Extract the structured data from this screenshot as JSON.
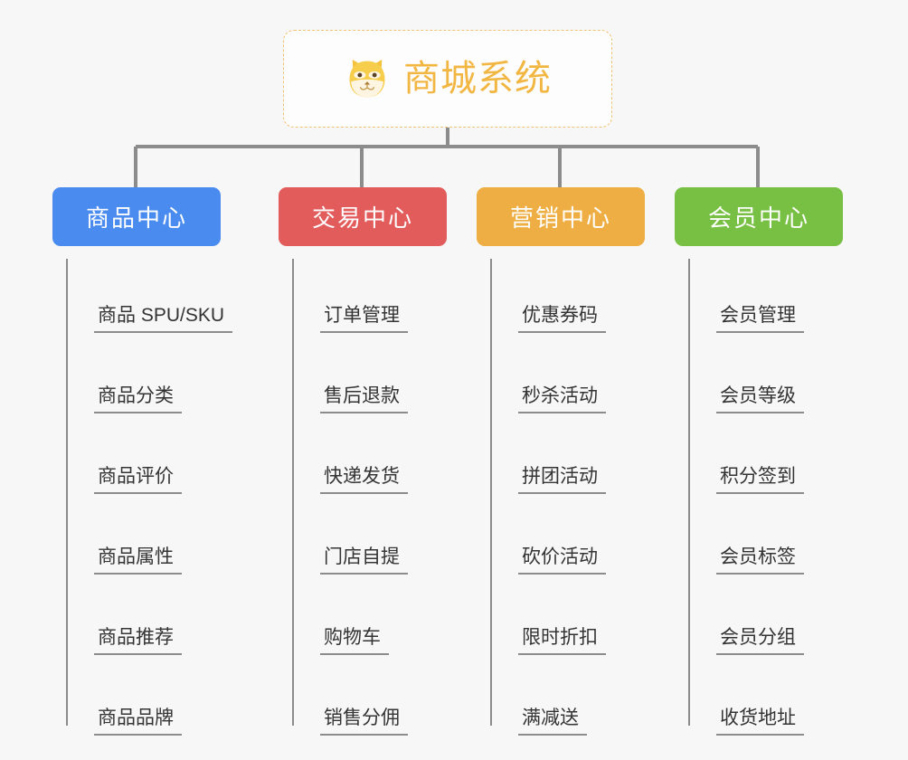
{
  "diagram": {
    "type": "org-chart",
    "background_color": "#f7f7f7",
    "root": {
      "title": "商城系统",
      "icon": "shiba-dog-face-icon",
      "border_color": "#f0c274",
      "text_color": "#f2b643"
    },
    "branches": [
      {
        "label": "商品中心",
        "color": "#4a8bf0",
        "items": [
          "商品 SPU/SKU",
          "商品分类",
          "商品评价",
          "商品属性",
          "商品推荐",
          "商品品牌"
        ]
      },
      {
        "label": "交易中心",
        "color": "#e35c5c",
        "items": [
          "订单管理",
          "售后退款",
          "快递发货",
          "门店自提",
          "购物车",
          "销售分佣"
        ]
      },
      {
        "label": "营销中心",
        "color": "#eeae43",
        "items": [
          "优惠券码",
          "秒杀活动",
          "拼团活动",
          "砍价活动",
          "限时折扣",
          "满减送"
        ]
      },
      {
        "label": "会员中心",
        "color": "#78c043",
        "items": [
          "会员管理",
          "会员等级",
          "积分签到",
          "会员标签",
          "会员分组",
          "收货地址"
        ]
      }
    ],
    "connector_color": "#8c8c8c"
  }
}
